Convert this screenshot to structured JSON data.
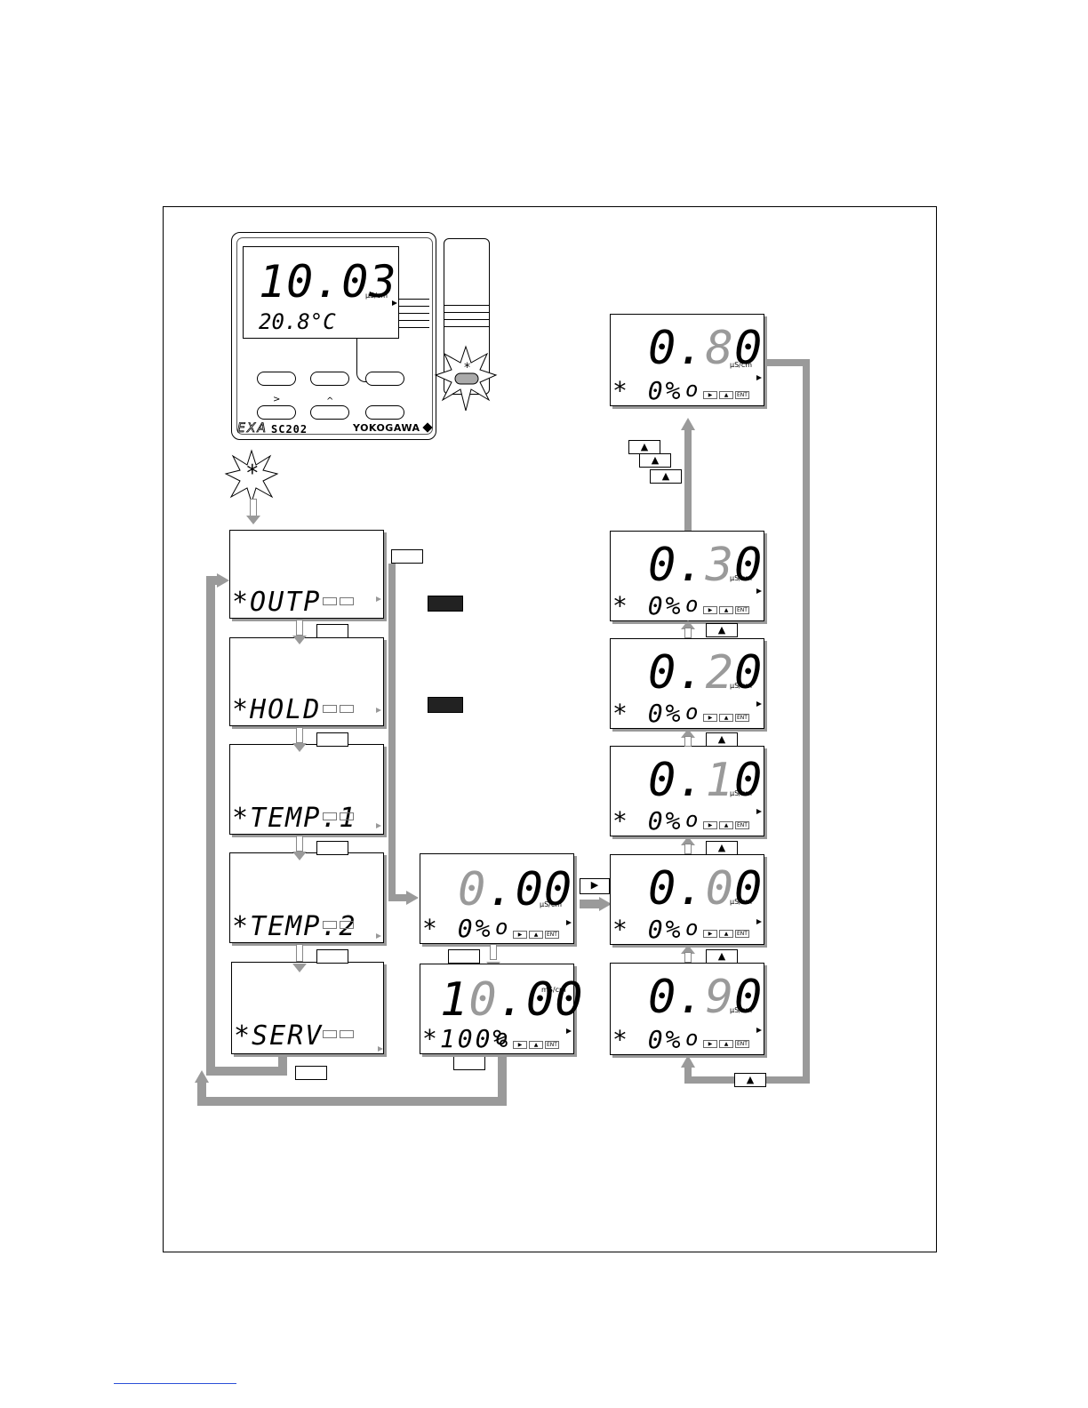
{
  "device": {
    "main_reading": "10.03",
    "unit": "μS/cm",
    "temperature": "20.8°C",
    "brand": "EXA",
    "model": "SC202",
    "maker": "YOKOGAWA",
    "key_right": ">",
    "key_up": "^",
    "star": "*"
  },
  "menu": [
    {
      "label": "*OUTP"
    },
    {
      "label": "*HOLD"
    },
    {
      "label": "*TEMP.1"
    },
    {
      "label": "*TEMP.2"
    },
    {
      "label": "*SERV"
    }
  ],
  "start_display": {
    "digits_gray": "0",
    "digits_black": ".00",
    "unit": "μS/cm",
    "sub": "* 0%",
    "sub_o": "o"
  },
  "span_display": {
    "digits_black1": "1",
    "digits_gray": "0",
    "digits_black2": ".00",
    "unit": "mS/cm",
    "sub": "*100%",
    "sub_o": "o"
  },
  "steps": [
    {
      "pre": "0.",
      "gray": "8",
      "post": "0",
      "unit": "μS/cm",
      "sub": "* 0%",
      "sub_o": "o"
    },
    {
      "pre": "0.",
      "gray": "3",
      "post": "0",
      "unit": "μS/cm",
      "sub": "* 0%",
      "sub_o": "o"
    },
    {
      "pre": "0.",
      "gray": "2",
      "post": "0",
      "unit": "μS/cm",
      "sub": "* 0%",
      "sub_o": "o"
    },
    {
      "pre": "0.",
      "gray": "1",
      "post": "0",
      "unit": "μS/cm",
      "sub": "* 0%",
      "sub_o": "o"
    },
    {
      "pre": "0.",
      "gray": "0",
      "post": "0",
      "unit": "μS/cm",
      "sub": "* 0%",
      "sub_o": "o"
    },
    {
      "pre": "0.",
      "gray": "9",
      "post": "0",
      "unit": "μS/cm",
      "sub": "* 0%",
      "sub_o": "o"
    }
  ],
  "keys": {
    "up_arrow": "▲",
    "right_arrow": "▶",
    "ent": "ENT"
  }
}
